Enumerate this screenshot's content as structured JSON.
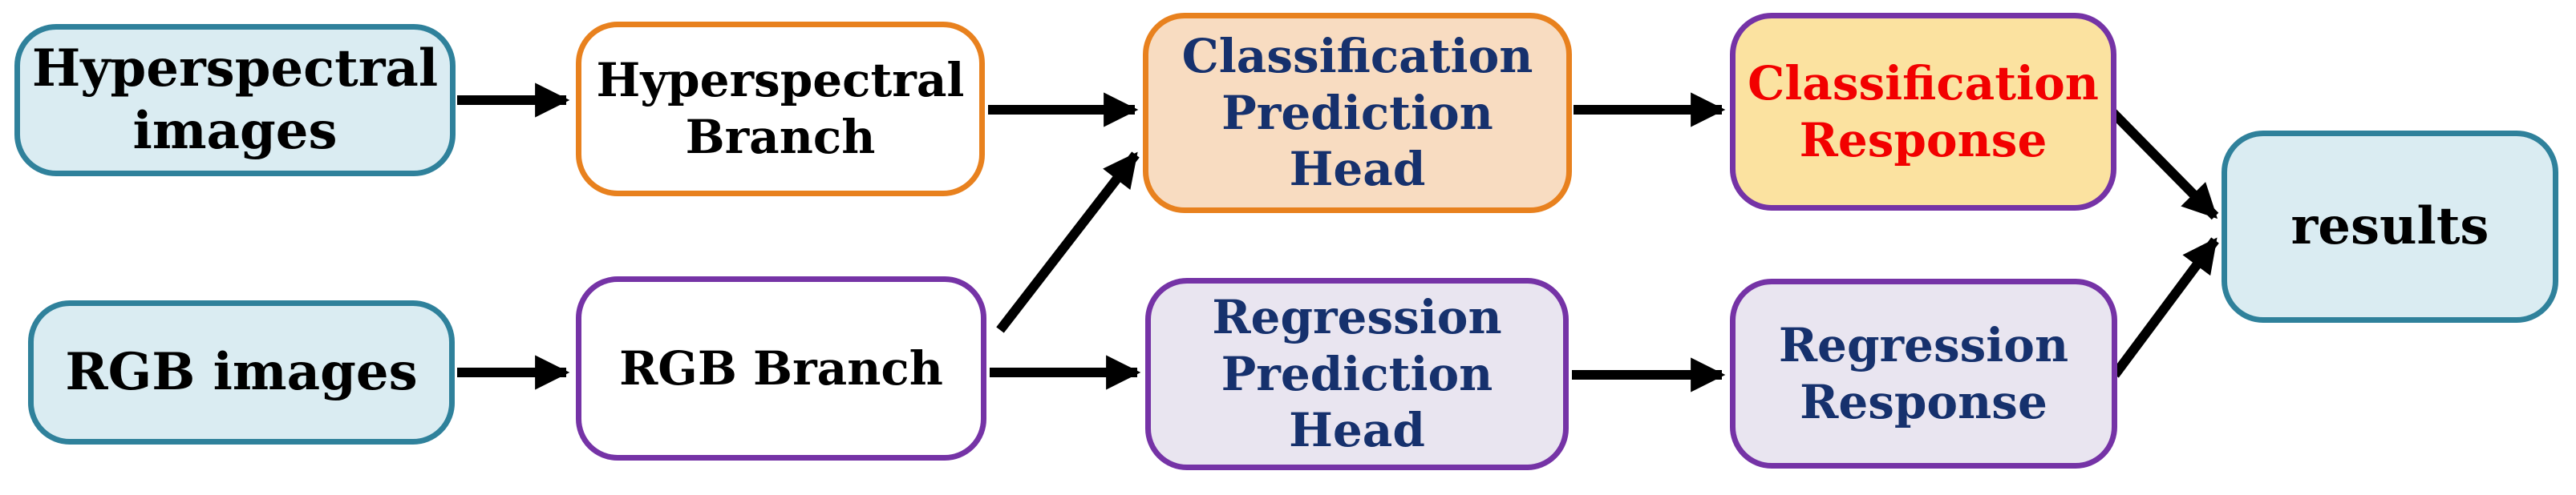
{
  "diagram": {
    "nodes": {
      "hyperspectral_images": {
        "label": "Hyperspectral images",
        "fill": "#daecf2",
        "border": "#2f819b",
        "text_color": "#000000"
      },
      "rgb_images": {
        "label": "RGB images",
        "fill": "#daecf2",
        "border": "#2f819b",
        "text_color": "#000000"
      },
      "hyperspectral_branch": {
        "label": "Hyperspectral Branch",
        "fill": "#ffffff",
        "border": "#e8811e",
        "text_color": "#000000"
      },
      "rgb_branch": {
        "label": "RGB Branch",
        "fill": "#ffffff",
        "border": "#7533a6",
        "text_color": "#000000"
      },
      "classification_prediction_head": {
        "label": "Classification Prediction Head",
        "fill": "#f8dcc1",
        "border": "#e8811e",
        "text_color": "#16316d"
      },
      "regression_prediction_head": {
        "label": "Regression Prediction Head",
        "fill": "#e9e5f0",
        "border": "#7533a6",
        "text_color": "#16316d"
      },
      "classification_response": {
        "label": "Classification Response",
        "fill": "#fbe2a0",
        "border": "#7533a6",
        "text_color": "#f20000"
      },
      "regression_response": {
        "label": "Regression Response",
        "fill": "#e9e5f0",
        "border": "#7533a6",
        "text_color": "#16316d"
      },
      "results": {
        "label": "results",
        "fill": "#daecf2",
        "border": "#2f819b",
        "text_color": "#000000"
      }
    },
    "edges": [
      {
        "from": "hyperspectral_images",
        "to": "hyperspectral_branch"
      },
      {
        "from": "rgb_images",
        "to": "rgb_branch"
      },
      {
        "from": "hyperspectral_branch",
        "to": "classification_prediction_head"
      },
      {
        "from": "rgb_branch",
        "to": "classification_prediction_head"
      },
      {
        "from": "rgb_branch",
        "to": "regression_prediction_head"
      },
      {
        "from": "classification_prediction_head",
        "to": "classification_response"
      },
      {
        "from": "regression_prediction_head",
        "to": "regression_response"
      },
      {
        "from": "classification_response",
        "to": "results"
      },
      {
        "from": "regression_response",
        "to": "results"
      }
    ],
    "arrow_color": "#000000"
  }
}
